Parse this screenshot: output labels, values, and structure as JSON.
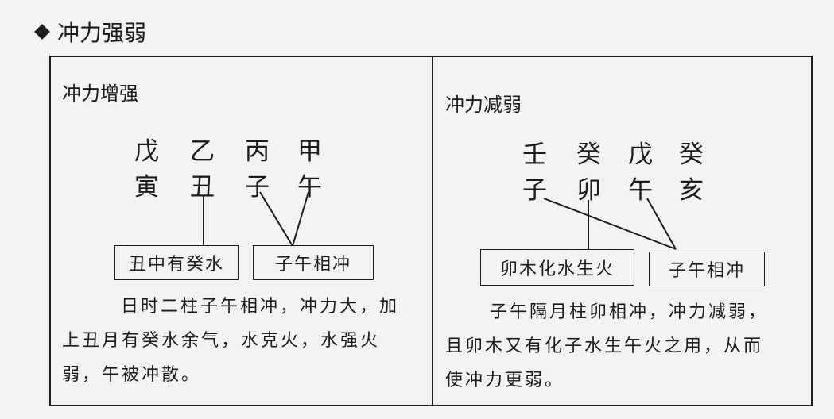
{
  "heading": "冲力强弱",
  "left": {
    "title": "冲力增强",
    "stems": [
      "戊",
      "乙",
      "丙",
      "甲"
    ],
    "branches": [
      "寅",
      "丑",
      "子",
      "午"
    ],
    "box1": "丑中有癸水",
    "box2": "子午相冲",
    "desc": [
      "日时二柱子午相冲，冲力大，加",
      "上丑月有癸水余气，水克火，水强火",
      "弱，午被冲散。"
    ]
  },
  "right": {
    "title": "冲力减弱",
    "stems": [
      "壬",
      "癸",
      "戊",
      "癸"
    ],
    "branches": [
      "子",
      "卯",
      "午",
      "亥"
    ],
    "box1": "卯木化水生火",
    "box2": "子午相冲",
    "desc": [
      "子午隔月柱卯相冲，冲力减弱，",
      "且卯木又有化子水生午火之用，从而",
      "使冲力更弱。"
    ]
  }
}
